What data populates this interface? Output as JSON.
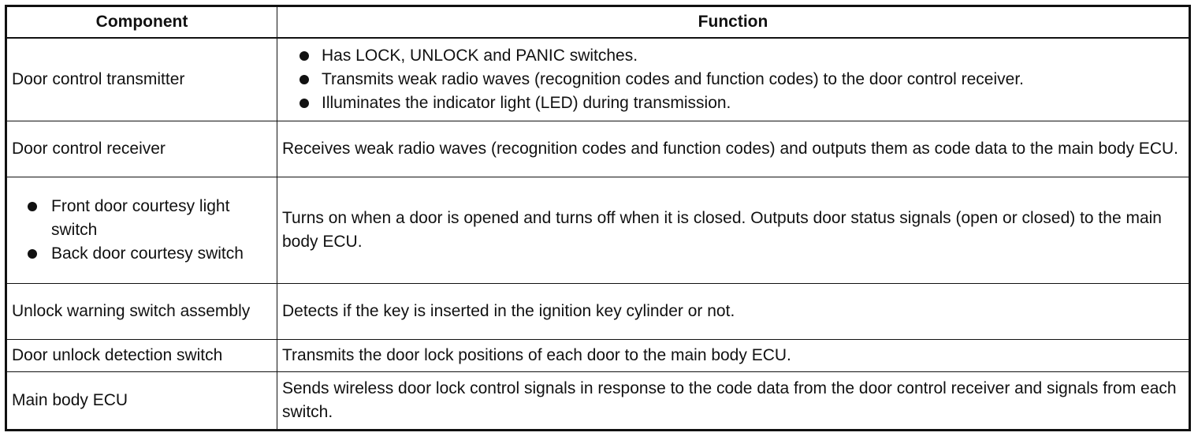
{
  "header": {
    "component": "Component",
    "function": "Function"
  },
  "rows": [
    {
      "component": "Door control transmitter",
      "function_items": [
        "Has LOCK, UNLOCK and PANIC switches.",
        "Transmits weak radio waves (recognition codes and function codes) to the door control receiver.",
        "Illuminates the indicator light (LED) during transmission."
      ]
    },
    {
      "component": "Door control receiver",
      "function": "Receives weak radio waves (recognition codes and function codes) and outputs them as code data to the main body ECU."
    },
    {
      "component_items": [
        "Front door courtesy light switch",
        "Back door courtesy switch"
      ],
      "function": "Turns on when a door is opened and turns off when it is closed. Outputs door status signals (open or closed) to the main body ECU."
    },
    {
      "component": "Unlock warning switch assembly",
      "function": "Detects if the key is inserted in the ignition key cylinder or not."
    },
    {
      "component": "Door unlock detection switch",
      "function": "Transmits the door lock positions of each door to the main body ECU."
    },
    {
      "component": "Main body ECU",
      "function": "Sends wireless door lock control signals in response to the code data from the door control receiver and signals from each switch."
    }
  ]
}
